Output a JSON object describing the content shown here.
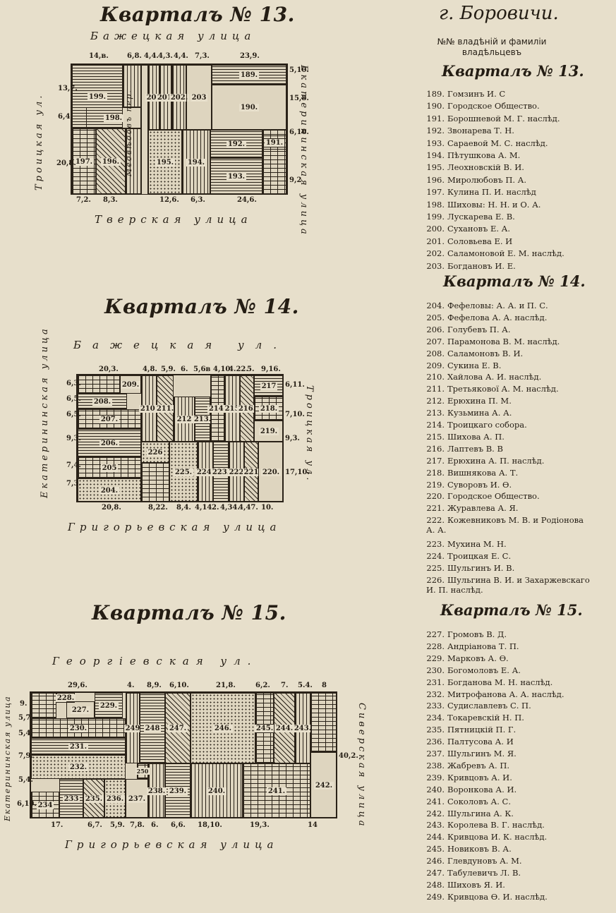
{
  "left": {
    "q13": {
      "title": "Кварталъ № 13.",
      "street_top": "Бажецкая улица",
      "street_bottom": "Тверская улица",
      "street_left": "Троицкая ул.",
      "street_right": "Екатерининская улица",
      "lane": "Медвѣдовъ пер.",
      "top_dims": [
        "14,в.",
        "6,8.",
        "4,4.",
        "4,3.",
        "4,4.",
        "7,3.",
        "23,9."
      ],
      "bottom_dims": [
        "7,2.",
        "8,3.",
        "12,6.",
        "6,3.",
        "24,6."
      ],
      "left_dims": [
        "13,7.",
        "6,4.",
        "20,8."
      ],
      "right_dims": [
        "5,10.",
        "15,8.",
        "6,10.",
        "9,2"
      ],
      "lots": [
        "199.",
        "198.",
        "197.",
        "196.",
        "200",
        "201.",
        "202.",
        "203",
        "189.",
        "190.",
        "195.",
        "194.",
        "193.",
        "192.",
        "191."
      ]
    },
    "q14": {
      "title": "Кварталъ № 14.",
      "street_top": "Бажецкая ул.",
      "street_bottom": "Григорьевская улица",
      "street_left": "Екатерининская улица",
      "street_right": "Троицкая ул.",
      "top_dims": [
        "20,3.",
        "4,8.",
        "5,9.",
        "6.",
        "5,6в",
        "4,10",
        "4.22.",
        "5.",
        "9,16."
      ],
      "bottom_dims": [
        "20,8.",
        "8,22.",
        "8,4.",
        "4,14.",
        "2.",
        "4,34.",
        "4,47.",
        "10."
      ],
      "left_dims": [
        "6,3.",
        "6,5.",
        "6,5.",
        "9,3.",
        "7,4.",
        "7,3."
      ],
      "right_dims": [
        "6,11.",
        "7,10.",
        "9,3.",
        "17,10."
      ],
      "lots": [
        "209.",
        "208.",
        "207.",
        "206.",
        "205",
        "204.",
        "210.",
        "211.",
        "212",
        "213.",
        "214.",
        "215",
        "216.",
        "217",
        "218.",
        "219.",
        "226",
        "225.",
        "224.",
        "223.",
        "222",
        "221",
        "220."
      ]
    },
    "q15": {
      "title": "Кварталъ № 15.",
      "street_top": "Георгіевская ул.",
      "street_bottom": "Григорьевская улица",
      "street_left": "Екатерининская улица",
      "street_right": "Сиверская улица",
      "top_dims": [
        "29,6.",
        "4.",
        "8,9.",
        "6,10.",
        "21,8.",
        "6,2.",
        "7.",
        "5.4.",
        "8"
      ],
      "bottom_dims": [
        "17.",
        "6,7.",
        "5,9.",
        "7,8.",
        "6.",
        "6,6.",
        "18,10.",
        "19,3.",
        "14"
      ],
      "left_dims": [
        "9.",
        "5,7.",
        "5,4.",
        "7,9.",
        "5,4.",
        "6,10."
      ],
      "right_dims": [
        "40,2."
      ],
      "lots": [
        "228.",
        "227.",
        "229.",
        "230.",
        "231.",
        "232.",
        "233",
        "234",
        "235.",
        "236.",
        "237.",
        "249",
        "248",
        "247.",
        "246.",
        "245.",
        "244.",
        "243.",
        "242.",
        "241.",
        "240.",
        "239.",
        "238.",
        "250"
      ]
    }
  },
  "right": {
    "city": "г. Боровичи.",
    "header": "№№ владѣній и фамиліи владѣльцевъ",
    "sections": [
      {
        "title": "Кварталъ № 13.",
        "entries": [
          {
            "num": "189.",
            "name": "Гомзинъ И. С"
          },
          {
            "num": "190.",
            "name": "Городское Общество."
          },
          {
            "num": "191.",
            "name": "Борошневой М. Г. наслѣд."
          },
          {
            "num": "192.",
            "name": "Звонарева Т. Н."
          },
          {
            "num": "193.",
            "name": "Сараевой М. С. наслѣд."
          },
          {
            "num": "194.",
            "name": "Пѣтушкова А. М."
          },
          {
            "num": "195.",
            "name": "Леохновскій В. И."
          },
          {
            "num": "196.",
            "name": "Миролюбовъ П. А."
          },
          {
            "num": "197.",
            "name": "Кулина П. И. наслѣд"
          },
          {
            "num": "198.",
            "name": "Шиховы: Н. Н. и О. А."
          },
          {
            "num": "199.",
            "name": "Лускарева Е. В."
          },
          {
            "num": "200.",
            "name": "Сухановъ Е. А."
          },
          {
            "num": "201.",
            "name": "Соловьева Е. И"
          },
          {
            "num": "202.",
            "name": "Саламоновой Е. М. наслѣд."
          },
          {
            "num": "203.",
            "name": "Богдановъ И. Е."
          }
        ]
      },
      {
        "title": "Кварталъ № 14.",
        "entries": [
          {
            "num": "204.",
            "name": "Фефеловы: А. А. и П. С."
          },
          {
            "num": "205.",
            "name": "Фефелова А. А. наслѣд."
          },
          {
            "num": "206.",
            "name": "Голубевъ П. А."
          },
          {
            "num": "207.",
            "name": "Парамонова В. М. наслѣд."
          },
          {
            "num": "208.",
            "name": "Саламоновъ В. И."
          },
          {
            "num": "209.",
            "name": "Сукина Е. В."
          },
          {
            "num": "210.",
            "name": "Хайлова А. И. наслѣд."
          },
          {
            "num": "211.",
            "name": "Третьякової А. М. наслѣд."
          },
          {
            "num": "212.",
            "name": "Ерюхина П. М."
          },
          {
            "num": "213.",
            "name": "Кузьмина А. А."
          },
          {
            "num": "214.",
            "name": "Троицкаго собора."
          },
          {
            "num": "215.",
            "name": "Шихова А. П."
          },
          {
            "num": "216.",
            "name": "Лаптевъ В. В"
          },
          {
            "num": "217.",
            "name": "Ерюхина А. П. наслѣд."
          },
          {
            "num": "218.",
            "name": "Вишнякова А. Т."
          },
          {
            "num": "219.",
            "name": "Суворовъ И. Ѳ."
          },
          {
            "num": "220.",
            "name": "Городское Общество."
          },
          {
            "num": "221.",
            "name": "Журавлева А. Я."
          },
          {
            "num": "222.",
            "name": "Кожевниковъ М. В. и Родіонова А. А."
          },
          {
            "num": "223.",
            "name": "Мухина М. Н."
          },
          {
            "num": "224.",
            "name": "Троицкая Е. С."
          },
          {
            "num": "225.",
            "name": "Шульгинъ И. В."
          },
          {
            "num": "226.",
            "name": "Шульгина В. И. и Захаржевскаго И. П. наслѣд."
          }
        ]
      },
      {
        "title": "Кварталъ № 15.",
        "entries": [
          {
            "num": "227.",
            "name": "Громовъ В. Д."
          },
          {
            "num": "228.",
            "name": "Андріанова Т. П."
          },
          {
            "num": "229.",
            "name": "Марковъ А. Ѳ."
          },
          {
            "num": "230.",
            "name": "Богомоловъ Е. А."
          },
          {
            "num": "231.",
            "name": "Богданова М. Н. наслѣд."
          },
          {
            "num": "232.",
            "name": "Митрофанова А. А. наслѣд."
          },
          {
            "num": "233.",
            "name": "Судиславлевъ С. П."
          },
          {
            "num": "234.",
            "name": "Токаревскій Н. П."
          },
          {
            "num": "235.",
            "name": "Пятницкій П. Г."
          },
          {
            "num": "236.",
            "name": "Палтусова А. И"
          },
          {
            "num": "237.",
            "name": "Шульгинъ М. Я."
          },
          {
            "num": "238.",
            "name": "Жабревъ А. П."
          },
          {
            "num": "239.",
            "name": "Кривцовъ А. И."
          },
          {
            "num": "240.",
            "name": "Воронкова А. И."
          },
          {
            "num": "241.",
            "name": "Соколовъ А. С."
          },
          {
            "num": "242.",
            "name": "Шульгина А. К."
          },
          {
            "num": "243.",
            "name": "Королева В. Г. наслѣд."
          },
          {
            "num": "244.",
            "name": "Кривцова И. К. наслѣд."
          },
          {
            "num": "245.",
            "name": "Новиковъ В. А."
          },
          {
            "num": "246.",
            "name": "Глевдуновъ А. М."
          },
          {
            "num": "247.",
            "name": "Табулевичъ Л. В."
          },
          {
            "num": "248.",
            "name": "Шиховъ Я. И."
          },
          {
            "num": "249.",
            "name": "Кривцова Ѳ. И. наслѣд."
          }
        ]
      }
    ]
  }
}
